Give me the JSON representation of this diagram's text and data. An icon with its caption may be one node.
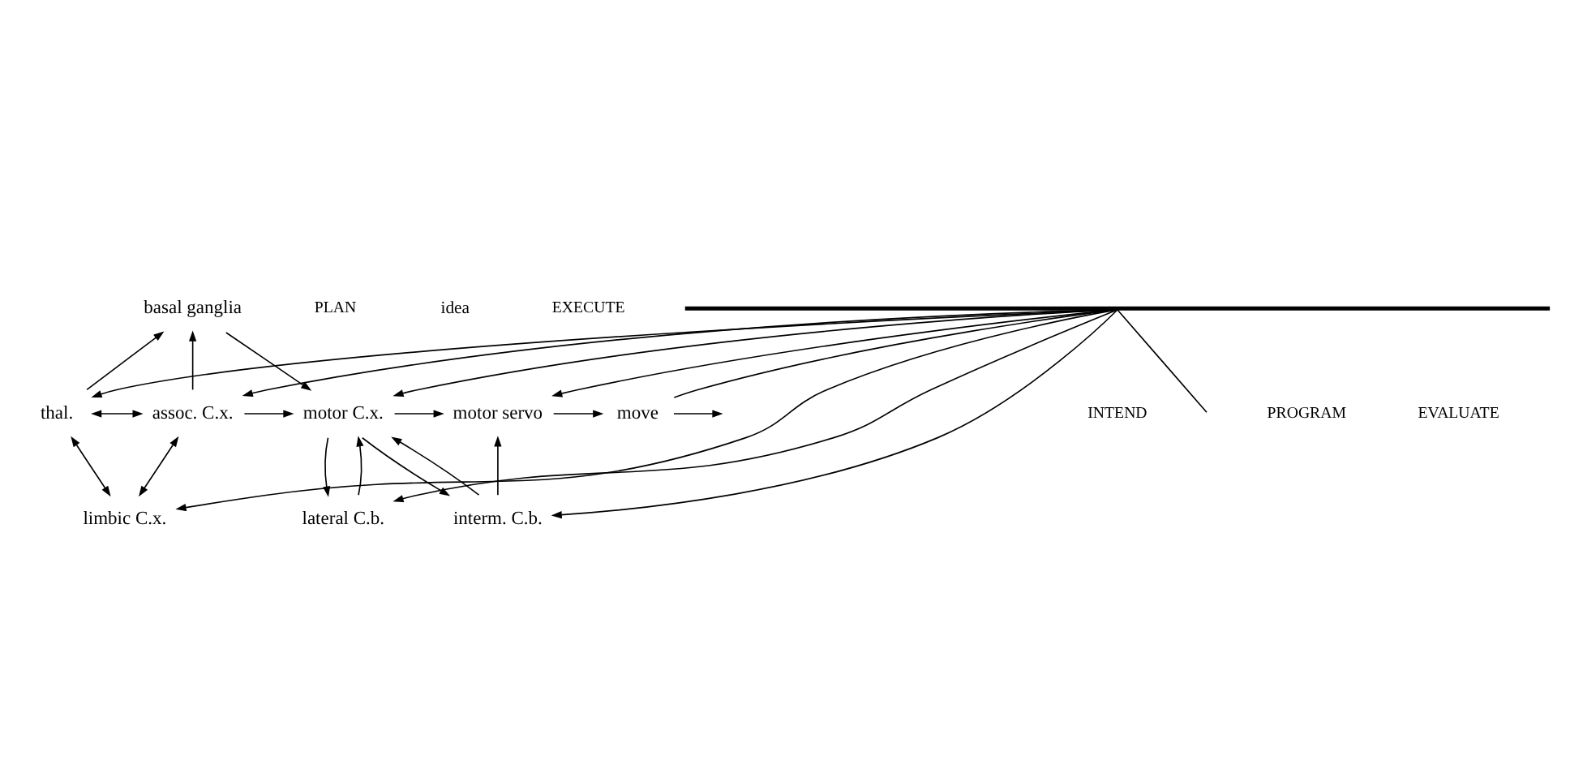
{
  "diagram": {
    "nodes": [
      {
        "text": [
          "basal ganglia"
        ]
      },
      {
        "text": [
          "thal."
        ]
      },
      {
        "text": [
          "assoc. C.x."
        ]
      },
      {
        "text": [
          "motor C.x."
        ]
      },
      {
        "text": [
          "motor servo"
        ]
      },
      {
        "text": [
          "move"
        ]
      },
      {
        "text": [
          "limbic C.x."
        ]
      },
      {
        "text": [
          "lateral C.b."
        ]
      },
      {
        "text": [
          "interm. C.b."
        ]
      },
      {
        "text": [],
        "shape": "bar"
      }
    ],
    "edges": [
      {
        "from": 1,
        "to": 0,
        "arrow": "to"
      },
      {
        "from": 2,
        "to": 0,
        "arrow": "to"
      },
      {
        "from": 0,
        "to": 3,
        "arrow": "to"
      },
      {
        "from": 1,
        "to": 2,
        "arrow": "both"
      },
      {
        "from": 2,
        "to": 3,
        "arrow": "to"
      },
      {
        "from": 3,
        "to": 4,
        "arrow": "to"
      },
      {
        "from": 4,
        "to": 5,
        "arrow": "to"
      },
      {
        "from": 5,
        "to": null,
        "arrow": "to"
      },
      {
        "from": 3,
        "to": 8,
        "arrow": "to"
      },
      {
        "from": 8,
        "to": 3,
        "arrow": "to"
      },
      {
        "from": 8,
        "to": 4,
        "arrow": "to"
      },
      {
        "from": 3,
        "to": 7,
        "arrow": "to"
      },
      {
        "from": 7,
        "to": 3,
        "arrow": "to"
      },
      {
        "from": 1,
        "to": 6,
        "arrow": "both"
      },
      {
        "from": 6,
        "to": 2,
        "arrow": "both"
      },
      {
        "from": 9,
        "to": 1,
        "arrow": "to"
      },
      {
        "from": 9,
        "to": 6,
        "arrow": "to"
      },
      {
        "from": 9,
        "to": 2,
        "arrow": "to"
      },
      {
        "from": 9,
        "to": 7,
        "arrow": "to"
      },
      {
        "from": 9,
        "to": 3,
        "arrow": "to"
      },
      {
        "from": 9,
        "to": 8,
        "arrow": "to"
      },
      {
        "from": 9,
        "to": 4,
        "arrow": "to"
      },
      {
        "from": 9,
        "to": 5,
        "arrow": "none"
      },
      {
        "from": 9,
        "to": null,
        "arrow": "none"
      }
    ],
    "labels": [
      "PLAN",
      "idea",
      "EXECUTE",
      "INTEND",
      "PROGRAM",
      "EVALUATE"
    ]
  }
}
